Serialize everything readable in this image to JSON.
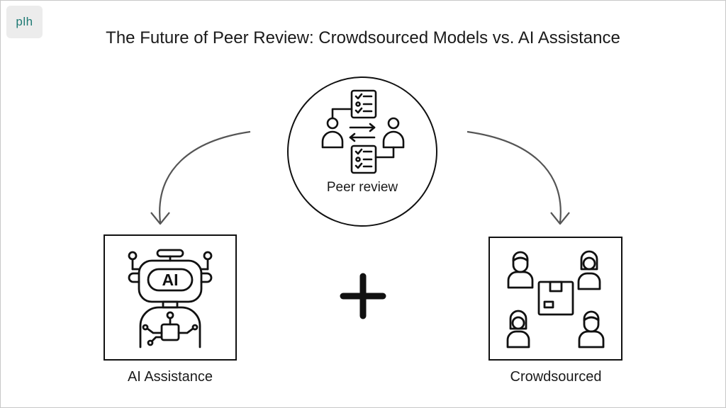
{
  "logo": {
    "text": "plh"
  },
  "title": "The Future of Peer Review: Crowdsourced Models vs. AI Assistance",
  "center": {
    "label": "Peer review",
    "icon": "peer-review-icon"
  },
  "left": {
    "label": "AI Assistance",
    "icon": "ai-robot-icon",
    "icon_text": "AI"
  },
  "right": {
    "label": "Crowdsourced",
    "icon": "crowd-team-icon"
  },
  "connector": {
    "symbol": "+",
    "icon": "plus-icon"
  },
  "colors": {
    "ink": "#111111",
    "arrow": "#555555",
    "logo_bg": "#ececec",
    "logo_text": "#1f7a74"
  }
}
